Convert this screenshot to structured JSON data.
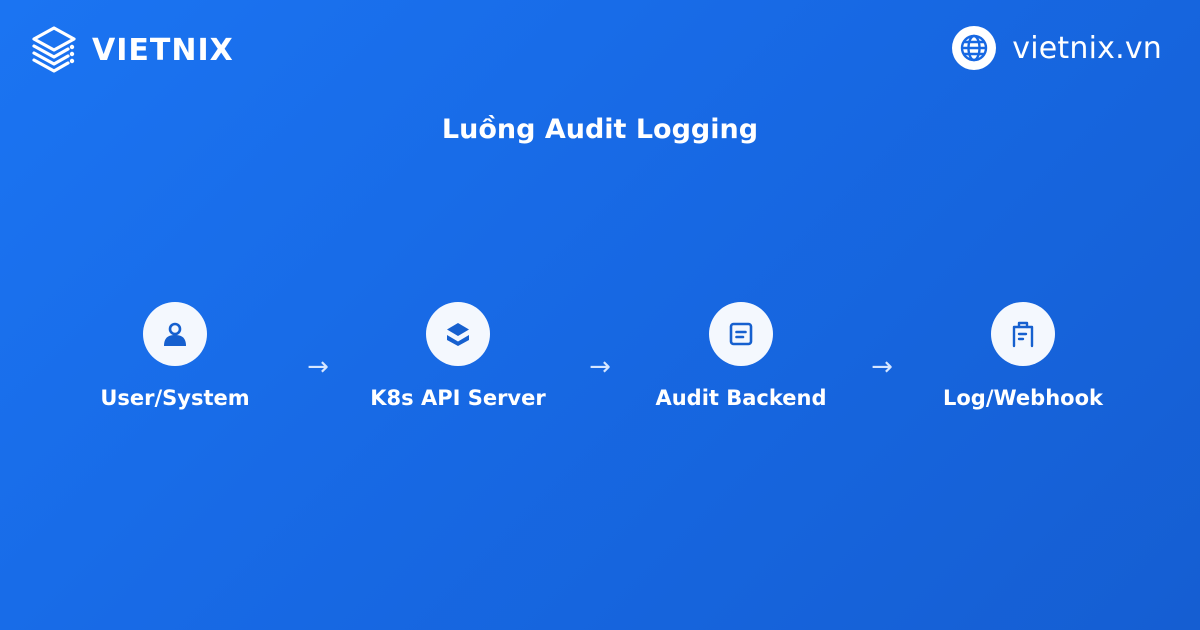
{
  "brand": {
    "name": "VIETNIX",
    "logo_icon": "server-stack-icon"
  },
  "site": {
    "url": "vietnix.vn",
    "icon": "globe-icon"
  },
  "title": "Luồng Audit Logging",
  "colors": {
    "background_start": "#1b74f2",
    "background_end": "#155ed2",
    "icon_fill": "#1660cf",
    "circle_bg": "#f4f8fe",
    "text": "#ffffff",
    "arrow": "#d6e6ff"
  },
  "flow": {
    "nodes": [
      {
        "label": "User/System",
        "icon": "user-icon"
      },
      {
        "label": "K8s API Server",
        "icon": "layers-icon"
      },
      {
        "label": "Audit Backend",
        "icon": "document-icon"
      },
      {
        "label": "Log/Webhook",
        "icon": "clipboard-icon"
      }
    ],
    "arrows": [
      "→",
      "→",
      "→"
    ]
  }
}
